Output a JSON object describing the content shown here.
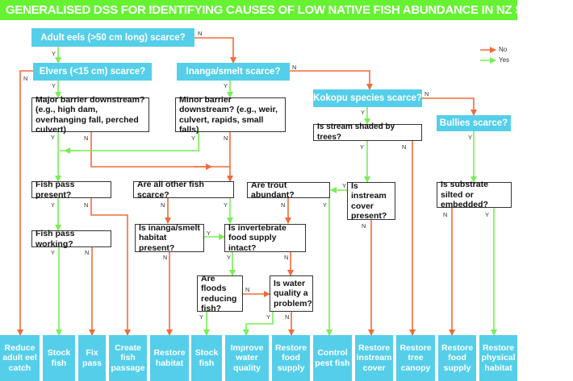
{
  "title": "GENERALISED DSS FOR IDENTIFYING CAUSES OF LOW NATIVE FISH ABUNDANCE IN NZ STREAMS",
  "legend": {
    "no": "No",
    "yes": "Yes"
  },
  "colors": {
    "no": "#f26b3a",
    "yes": "#77ee55",
    "box": "#55cfe9",
    "title": "#66f233"
  },
  "labels": {
    "y": "Y",
    "n": "N"
  },
  "species_questions": {
    "adult_eels": "Adult eels (>50 cm long) scarce?",
    "elvers": "Elvers (<15 cm) scarce?",
    "inanga": "Inanga/smelt scarce?",
    "kokopu": "Kokopu species scarce?",
    "bullies": "Bullies scarce?"
  },
  "questions": {
    "major_barrier": "Major barrier downstream? (e.g., high dam, overhanging fall, perched culvert)",
    "minor_barrier": "Minor barrier downstream? (e.g., weir, culvert, rapids, small falls)",
    "shaded": "Is stream shaded by trees?",
    "fish_pass_present": "Fish pass present?",
    "all_other_scarce": "Are all other fish scarce?",
    "trout": "Are trout abundant?",
    "instream_cover": "Is instream cover present?",
    "substrate": "Is substrate silted or embedded?",
    "fish_pass_working": "Fish pass working?",
    "inanga_habitat": "Is inanga/smelt habitat present?",
    "invertebrate": "Is invertebrate food supply intact?",
    "floods": "Are floods reducing fish?",
    "water_quality": "Is water quality a problem?"
  },
  "outcomes": [
    "Reduce adult eel catch",
    "Stock fish",
    "Fix pass",
    "Create fish passage",
    "Restore habitat",
    "Stock fish",
    "Improve water quality",
    "Restore food supply",
    "Control pest fish",
    "Restore instream cover",
    "Restore tree canopy",
    "Restore food supply",
    "Restore physical habitat"
  ]
}
